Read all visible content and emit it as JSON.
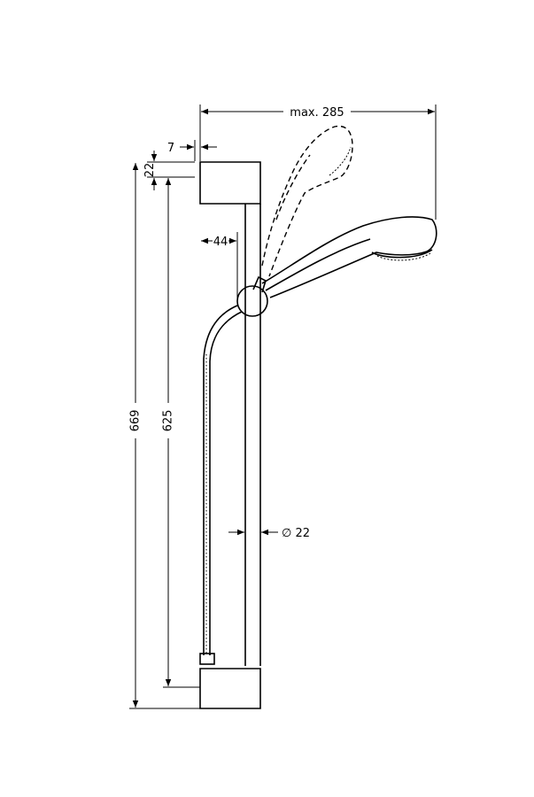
{
  "dimensions": {
    "max_reach": "max. 285",
    "wall_offset": "7",
    "top_block_height": "22",
    "handset_holder_offset": "44",
    "overall_height": "669",
    "bar_span": "625",
    "bar_diameter": "∅ 22"
  }
}
